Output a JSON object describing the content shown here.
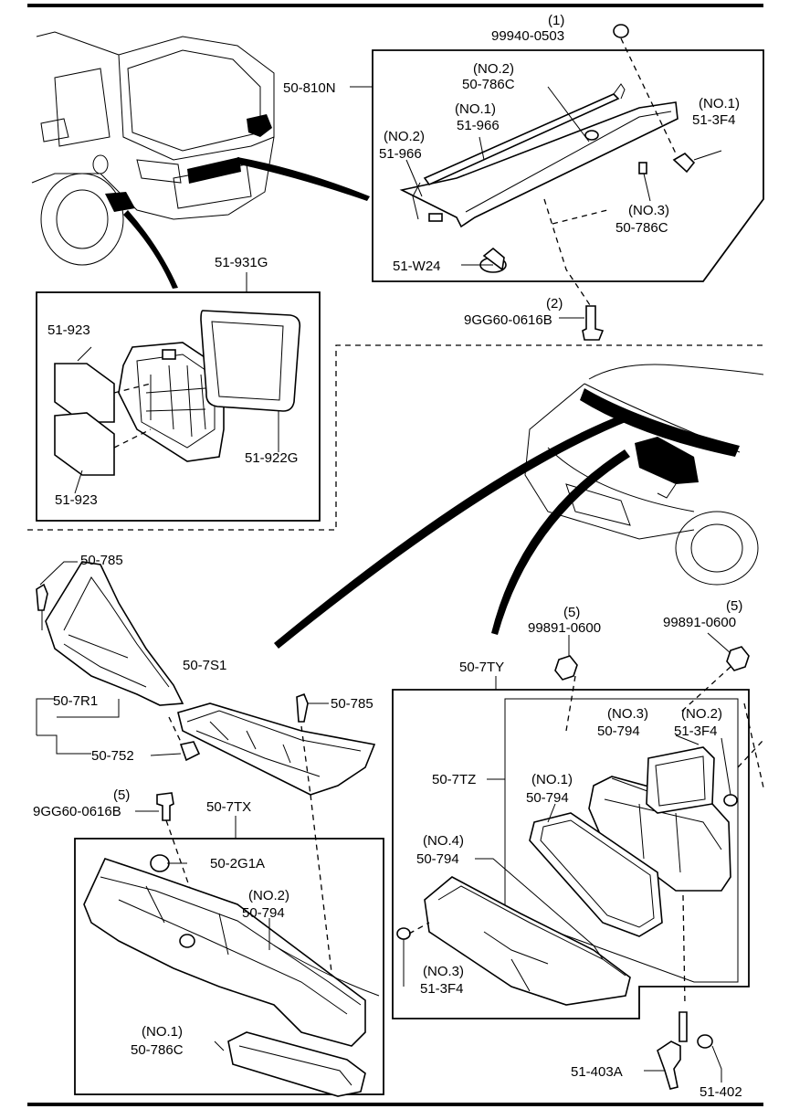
{
  "labels": {
    "l_999400503_qty": "(1)",
    "l_999400503": "99940-0503",
    "l_50810N": "50-810N",
    "l_no2_786c": "(NO.2)",
    "l_50786C_a": "50-786C",
    "l_no1_966": "(NO.1)",
    "l_51966_a": "51-966",
    "l_no2_966": "(NO.2)",
    "l_51966_b": "51-966",
    "l_no1_3f4": "(NO.1)",
    "l_513F4_a": "51-3F4",
    "l_no3_786c": "(NO.3)",
    "l_50786C_b": "50-786C",
    "l_51W24": "51-W24",
    "l_9gg_qty_a": "(2)",
    "l_9GG60_a": "9GG60-0616B",
    "l_51931G": "51-931G",
    "l_51923_a": "51-923",
    "l_51923_b": "51-923",
    "l_51922G": "51-922G",
    "l_50785_a": "50-785",
    "l_50785_b": "50-785",
    "l_507S1": "50-7S1",
    "l_507R1": "50-7R1",
    "l_50752": "50-752",
    "l_998_qty_a": "(5)",
    "l_99891_a": "99891-0600",
    "l_998_qty_b": "(5)",
    "l_99891_b": "99891-0600",
    "l_507TY": "50-7TY",
    "l_no3_794": "(NO.3)",
    "l_50794_a": "50-794",
    "l_no2_3f4": "(NO.2)",
    "l_513F4_b": "51-3F4",
    "l_507TZ": "50-7TZ",
    "l_no1_794": "(NO.1)",
    "l_50794_b": "50-794",
    "l_no4_794": "(NO.4)",
    "l_50794_c": "50-794",
    "l_no3_3f4": "(NO.3)",
    "l_513F4_c": "51-3F4",
    "l_9gg_qty_b": "(5)",
    "l_9GG60_b": "9GG60-0616B",
    "l_507TX": "50-7TX",
    "l_502G1A": "50-2G1A",
    "l_no2_794b": "(NO.2)",
    "l_50794_d": "50-794",
    "l_no1_786c": "(NO.1)",
    "l_50786C_c": "50-786C",
    "l_51403A": "51-403A",
    "l_51402": "51-402"
  }
}
